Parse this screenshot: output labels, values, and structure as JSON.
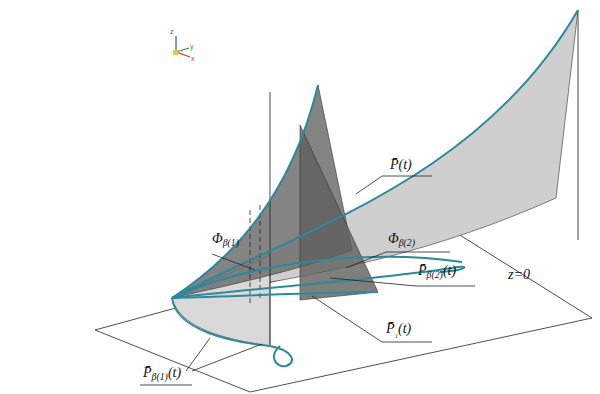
{
  "diagram": {
    "labels": [
      "z",
      "y",
      "x",
      "P̄(t)",
      "Φβ(1)",
      "Φβ(2)",
      "P̄β(2)(t)",
      "P̄β(1)(t)",
      "P̄₁(t)",
      "z=0"
    ]
  }
}
